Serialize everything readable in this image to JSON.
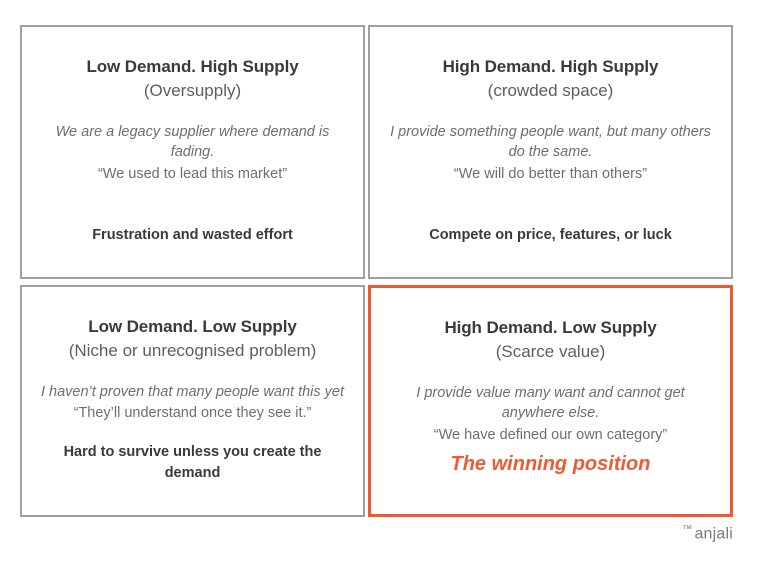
{
  "diagram": {
    "type": "2x2-matrix",
    "accent_color": "#ef5a33",
    "border_color": "#9fa0a2",
    "text_color": "#3a3a3c",
    "muted_text_color": "#6d6e70",
    "quadrants": [
      {
        "id": "low-demand-high-supply",
        "position": "top-left",
        "title": "Low Demand. High Supply",
        "subtitle": "(Oversupply)",
        "statement": "We are a legacy supplier where demand is fading.",
        "quote": "“We used to lead this market”",
        "outcome": "Frustration and wasted effort",
        "highlighted": false
      },
      {
        "id": "high-demand-high-supply",
        "position": "top-right",
        "title": "High Demand. High Supply",
        "subtitle": "(crowded space)",
        "statement": "I provide something people want, but many others do the same.",
        "quote": "“We will do better than others”",
        "outcome": "Compete on price, features, or luck",
        "highlighted": false
      },
      {
        "id": "low-demand-low-supply",
        "position": "bottom-left",
        "title": "Low Demand. Low Supply",
        "subtitle": "(Niche or unrecognised problem)",
        "statement": "I haven’t proven that many people want this yet",
        "quote": "“They’ll understand once they see it.”",
        "outcome": "Hard to survive unless you create the demand",
        "highlighted": false
      },
      {
        "id": "high-demand-low-supply",
        "position": "bottom-right",
        "title": "High Demand. Low Supply",
        "subtitle": "(Scarce value)",
        "statement": "I provide value many want and cannot get anywhere else.",
        "quote": "“We have defined our own category”",
        "outcome": "The winning position",
        "highlighted": true
      }
    ]
  },
  "signature": {
    "trademark": "™",
    "name": "anjali"
  }
}
